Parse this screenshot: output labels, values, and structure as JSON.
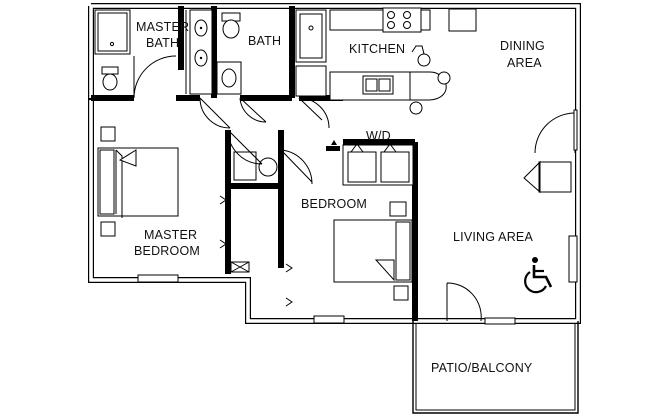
{
  "floorplan": {
    "rooms": {
      "master_bath": [
        "MASTER",
        "BATH"
      ],
      "bath": "BATH",
      "kitchen": "KITCHEN",
      "dining": [
        "DINING",
        "AREA"
      ],
      "laundry": "W/D",
      "bedroom": "BEDROOM",
      "master_bedroom": [
        "MASTER",
        "BEDROOM"
      ],
      "living": "LIVING AREA",
      "patio": "PATIO/BALCONY"
    },
    "icons": {
      "accessibility": "wheelchair-icon",
      "range": "stove-icon",
      "sink": "sink-icon",
      "toilet": "toilet-icon"
    }
  }
}
